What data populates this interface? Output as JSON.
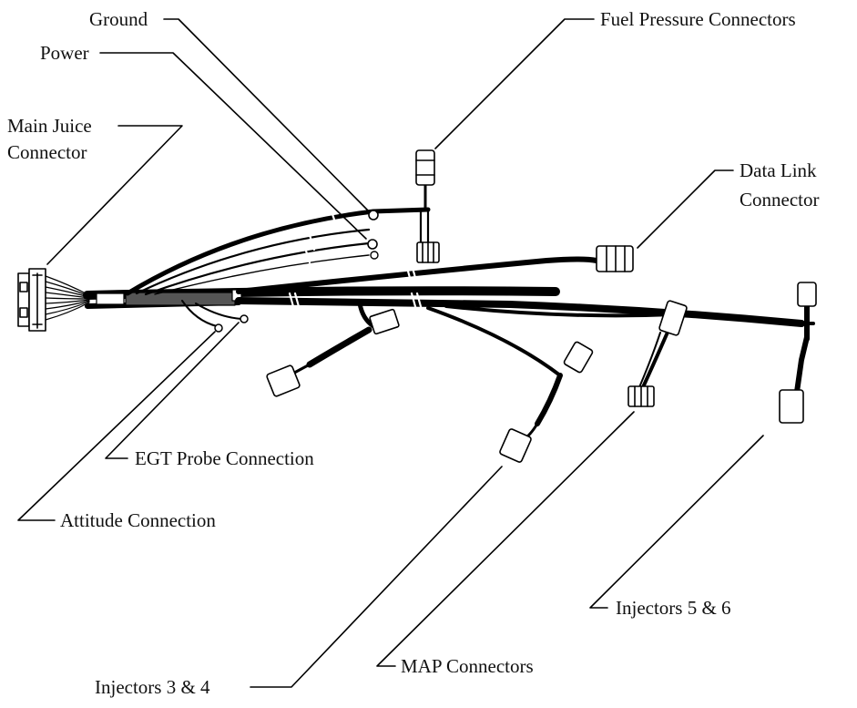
{
  "labels": {
    "ground": "Ground",
    "power": "Power",
    "main_juice_1": "Main Juice",
    "main_juice_2": "Connector",
    "fuel_pressure": "Fuel Pressure Connectors",
    "data_link_1": "Data Link",
    "data_link_2": "Connector",
    "egt_probe": "EGT Probe Connection",
    "attitude": "Attitude Connection",
    "injectors_56": "Injectors  5 & 6",
    "map_connectors": "MAP Connectors",
    "injectors_34": "Injectors  3 & 4"
  },
  "colors": {
    "ink": "#111111",
    "wire": "#000000",
    "connector_fill": "#ffffff"
  }
}
